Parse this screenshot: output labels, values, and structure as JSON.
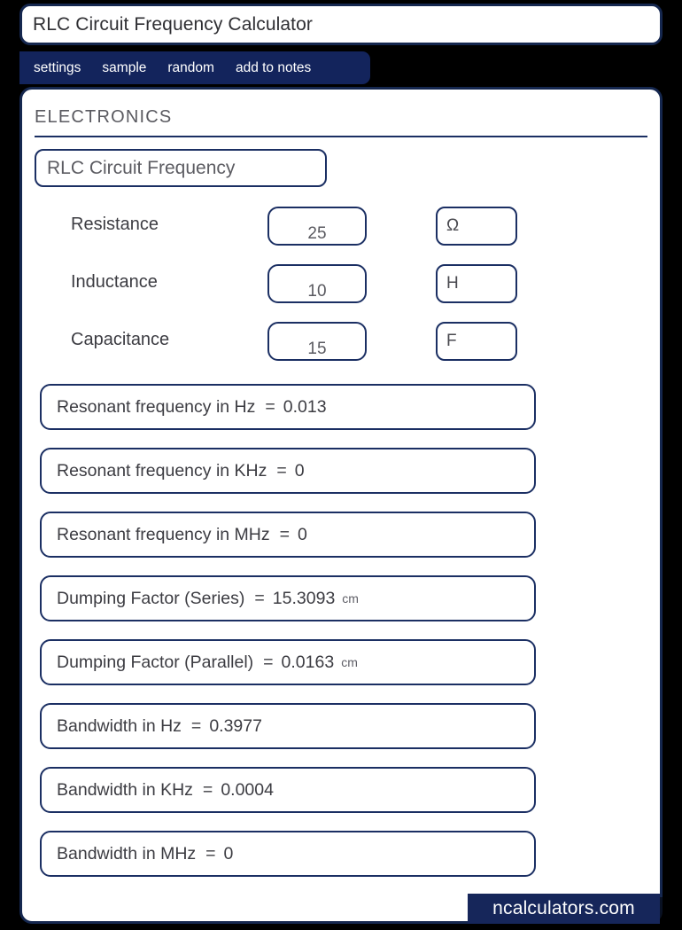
{
  "window": {
    "title": "RLC Circuit Frequency Calculator"
  },
  "nav": {
    "items": [
      {
        "label": "settings"
      },
      {
        "label": "sample"
      },
      {
        "label": "random"
      },
      {
        "label": "add to notes"
      }
    ]
  },
  "panel": {
    "section_title": "ELECTRONICS",
    "calculator_name": "RLC Circuit Frequency"
  },
  "inputs": [
    {
      "label": "Resistance",
      "value": "25",
      "unit": "Ω"
    },
    {
      "label": "Inductance",
      "value": "10",
      "unit": "H"
    },
    {
      "label": "Capacitance",
      "value": "15",
      "unit": "F"
    }
  ],
  "results": [
    {
      "label": "Resonant frequency in Hz",
      "eq": "=",
      "value": "0.013",
      "unit": ""
    },
    {
      "label": "Resonant frequency in KHz",
      "eq": "=",
      "value": "0",
      "unit": ""
    },
    {
      "label": "Resonant frequency in MHz",
      "eq": "=",
      "value": "0",
      "unit": ""
    },
    {
      "label": "Dumping Factor (Series)",
      "eq": "=",
      "value": "15.3093",
      "unit": "cm"
    },
    {
      "label": "Dumping Factor (Parallel)",
      "eq": "=",
      "value": "0.0163",
      "unit": "cm"
    },
    {
      "label": "Bandwidth in Hz",
      "eq": "=",
      "value": "0.3977",
      "unit": ""
    },
    {
      "label": "Bandwidth in KHz",
      "eq": "=",
      "value": "0.0004",
      "unit": ""
    },
    {
      "label": "Bandwidth in MHz",
      "eq": "=",
      "value": "0",
      "unit": ""
    }
  ],
  "footer": {
    "badge": "ncalculators.com"
  },
  "colors": {
    "navy": "#13245c",
    "border": "#1b2f63",
    "background": "#000000",
    "panel": "#ffffff",
    "text": "#3c3c42"
  }
}
